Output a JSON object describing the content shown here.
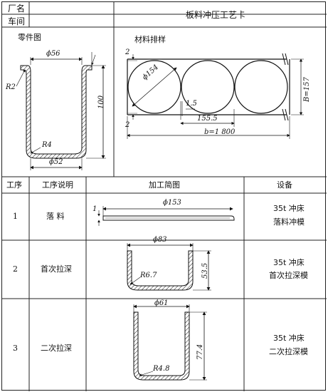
{
  "header": {
    "factory_label": "厂名",
    "workshop_label": "车间",
    "title": "板料冲压工艺卡"
  },
  "part_drawing": {
    "title": "零件图",
    "top_diameter": "ϕ56",
    "corner_radius_top": "R2",
    "height": "100",
    "bottom_radius": "R4",
    "bottom_diameter": "ϕ52"
  },
  "layout_drawing": {
    "title": "材料排样",
    "circle_diameter": "ϕ154",
    "gap": "1.5",
    "pitch": "155.5",
    "margin_top": "2",
    "margin_bottom": "2",
    "strip_width": "B=157",
    "strip_length": "b=1 800"
  },
  "table": {
    "headers": [
      "工序",
      "工序说明",
      "加工简图",
      "设备"
    ],
    "rows": [
      {
        "step": "1",
        "desc": "落  料",
        "dim": "ϕ153",
        "thickness": "1",
        "equipment_1": "35t 冲床",
        "equipment_2": "落料冲模"
      },
      {
        "step": "2",
        "desc": "首次拉深",
        "dim": "ϕ83",
        "height": "53.5",
        "radius": "R6.7",
        "equipment_1": "35t 冲床",
        "equipment_2": "首次拉深模"
      },
      {
        "step": "3",
        "desc": "二次拉深",
        "dim": "ϕ61",
        "height": "77.4",
        "radius": "R4.8",
        "equipment_1": "35t 冲床",
        "equipment_2": "二次拉深模"
      }
    ]
  }
}
